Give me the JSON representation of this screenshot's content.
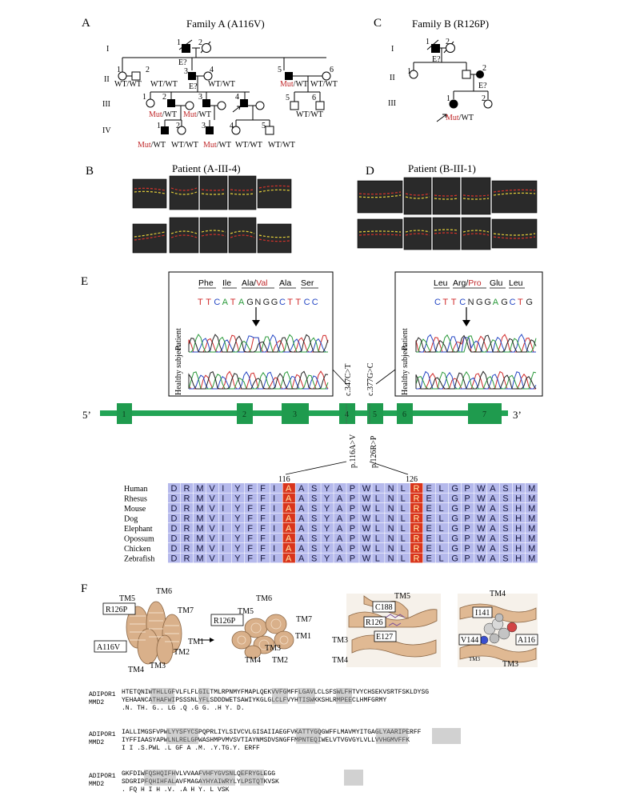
{
  "panels": {
    "A": "A",
    "B": "B",
    "C": "C",
    "D": "D",
    "E": "E",
    "F": "F"
  },
  "pedigree_a": {
    "title": "Family A (A116V)",
    "generations": [
      "I",
      "II",
      "III",
      "IV"
    ],
    "i": {
      "n1": "1",
      "n2": "2",
      "e": "E?"
    },
    "ii": {
      "n1": "1",
      "n2": "2",
      "n3": "3",
      "n4": "4",
      "n5": "5",
      "n6": "6",
      "e": "E?",
      "g1": "WT/WT",
      "g2": "WT/WT",
      "g3": "WT/WT",
      "g5": "/WT",
      "g6": "WT/WT"
    },
    "iii": {
      "n1": "1",
      "n2": "2",
      "n3": "3",
      "n4": "4",
      "n5": "5",
      "n6": "6",
      "g2": "/WT",
      "g3": "/WT",
      "g6": "WT/WT"
    },
    "iv": {
      "n1": "1",
      "n2": "2",
      "n3": "3",
      "n4": "4",
      "n5": "5",
      "g1": "/WT",
      "g2": "WT/WT",
      "g3": "/WT",
      "g4": "WT/WT",
      "g5": "WT/WT"
    },
    "mut": "Mut"
  },
  "pedigree_b": {
    "title": "Family B (R126P)",
    "generations": [
      "I",
      "II",
      "III"
    ],
    "i": {
      "n1": "1",
      "n2": "2",
      "e": "E?"
    },
    "ii": {
      "n1": "1",
      "n2": "2",
      "e": "E?"
    },
    "iii": {
      "n1": "1",
      "n2": "2",
      "g1": "/WT"
    },
    "mut": "Mut"
  },
  "xray_b": {
    "title": "Patient (A-III-4)"
  },
  "xray_d": {
    "title": "Patient (B-III-1)"
  },
  "sequencing": {
    "left": {
      "aa": [
        "Phe",
        "Ile",
        "Ala/",
        "Val",
        "Ala",
        "Ser"
      ],
      "nt": [
        "T",
        "T",
        "C",
        "A",
        "T",
        "A",
        "G",
        "N",
        "G",
        "G",
        "C",
        "T",
        "T",
        "C",
        "C"
      ],
      "row_patient": "Patient",
      "row_healthy": "Healthy subject"
    },
    "right": {
      "aa": [
        "Leu",
        "Arg/",
        "Pro",
        "Glu",
        "Leu"
      ],
      "nt": [
        "C",
        "T",
        "T",
        "C",
        "N",
        "G",
        "G",
        "A",
        "G",
        "C",
        "T",
        "G"
      ],
      "row_patient": "Patient",
      "row_healthy": "Healthy subject"
    },
    "mut_c1": "c.347C>T",
    "mut_c2": "c.377G>C",
    "mut_p1": "p.116A>V",
    "mut_p2": "p.126R>P"
  },
  "gene": {
    "five": "5’",
    "three": "3’",
    "exons": [
      "1",
      "2",
      "3",
      "4",
      "5",
      "6",
      "7"
    ]
  },
  "alignment": {
    "pos1": "116",
    "pos2": "126",
    "species": [
      "Human",
      "Rhesus",
      "Mouse",
      "Dog",
      "Elephant",
      "Opossum",
      "Chicken",
      "Zebrafish"
    ],
    "sequence": "DRMVIYFFIAASYAPWLNLRELGPWASHM",
    "highlight_indices": [
      9,
      19
    ]
  },
  "structure": {
    "v1": {
      "tm5": "TM5",
      "tm6": "TM6",
      "tm7": "TM7",
      "tm1": "TM1",
      "tm2": "TM2",
      "tm3": "TM3",
      "tm4": "TM4",
      "r126p": "R126P",
      "a116v": "A116V"
    },
    "v2": {
      "tm6": "TM6",
      "tm5": "TM5",
      "tm7": "TM7",
      "tm1": "TM1",
      "tm3": "TM3",
      "tm2": "TM2",
      "tm4": "TM4",
      "r126p": "R126P"
    },
    "v3": {
      "tm5": "TM5",
      "tm3": "TM3",
      "tm4": "TM4",
      "c188": "C188",
      "r126": "R126",
      "e127": "E127"
    },
    "v4": {
      "tm4": "TM4",
      "i141": "I141",
      "v144": "V144",
      "a116": "A116",
      "tm3a": "TM3",
      "tm3b": "TM3"
    }
  },
  "seq_alignment": {
    "name1": "ADIPOR1",
    "name2": "MMD2",
    "b1_r1": "HTETQNIWTHLLGFVLFLFLGILTMLRPNMYFMAPLQEKVVFGMFFLGAVLCLSFSWLFHTVYCHSEKVSRTFSKLDYSG",
    "b1_r2": "YEHAANCATHAFWIPSSSNLYFLSDDDWETSAWIYKGLGLCLFVYHTISWKKSHLRMPEECLHMFGRMY",
    "b1_c": ".N.  TH.  G..   LG                   .Q   .G  G.          .H       Y.       D.",
    "b2_r1": "IALLIMGSFVPWLYYSFYCSPQPRLIYLSIVCVLGISAIIAEGFVKATTYGQGWFFLMAVMYITGAGLYAARIPERFF",
    "b2_r2": "IYFFIAASYAPWLNLRELGPWASHMPVMVSVTIAYNMSDVSNGFFMPNTEQIWELVTVGVGYLVLLVVHGMVFFK",
    "b2_c": " I I .S.PWL              .L                GF   A  .M.     .Y.TG.Y.   ERFF",
    "b3_r1": "GKFDIWFQSHQIFHVLVVAAFVHFYGVSNLQEFRYGLEGG",
    "b3_r2": "SDGRIPFQHIHFALAVFMAGAYHYAIWRYLYLPSTQTKVSK",
    "b3_c": " .   FQ H I H .V. .A H Y.       L  VSK"
  }
}
